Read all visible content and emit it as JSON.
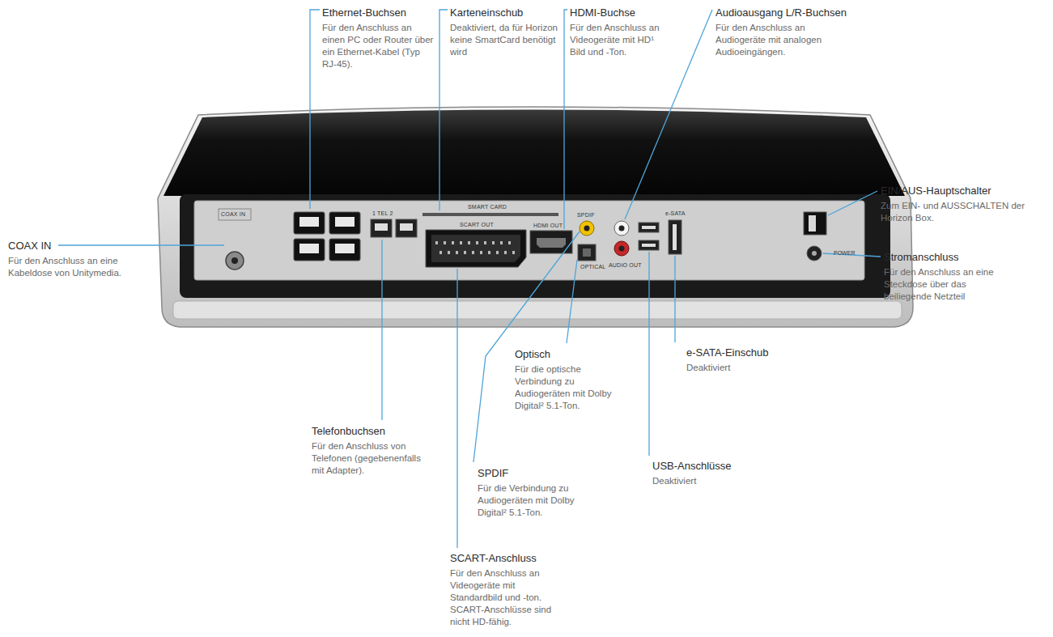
{
  "diagram": {
    "labels": [
      "Ethernet-Buchsen",
      "Für den Anschluss an einen PC oder Router über ein Ethernet-Kabel (Typ RJ-45).",
      "Karteneinschub",
      "Deaktiviert, da für Horizon keine SmartCard benötigt wird",
      "HDMI-Buchse",
      "Für den Anschluss an Videogeräte mit HD¹ Bild und -Ton.",
      "Audioausgang L/R-Buchsen",
      "Für den Anschluss an Audiogeräte mit analogen Audioeingängen.",
      "EIN/AUS-Hauptschalter",
      "Zum EIN- und AUSSCHALTEN der Horizon Box.",
      "COAX IN",
      "Für den Anschluss an eine Kabeldose von Unitymedia.",
      "Stromanschluss",
      "Für den Anschluss an eine Steckdose über das beiliegende Netzteil",
      "Optisch",
      "Für die optische Verbindung zu Audiogeräten mit Dolby Digital² 5.1-Ton.",
      "e-SATA-Einschub",
      "Deaktiviert",
      "Telefonbuchsen",
      "Für den Anschluss von Telefonen (gegebenenfalls mit Adapter).",
      "SPDIF",
      "Für die Verbindung zu Audiogeräten mit Dolby Digital² 5.1-Ton.",
      "USB-Anschlüsse",
      "Deaktiviert",
      "SCART-Anschluss",
      "Für den Anschluss an Videogeräte mit Standardbild und -ton. SCART-Anschlüsse sind nicht HD-fähig.",
      "COAX IN",
      "1 TEL 2",
      "SMART CARD",
      "SCART OUT",
      "HDMI OUT",
      "SPDIF",
      "OPTICAL",
      "AUDIO OUT",
      "e-SATA",
      "POWER"
    ]
  }
}
